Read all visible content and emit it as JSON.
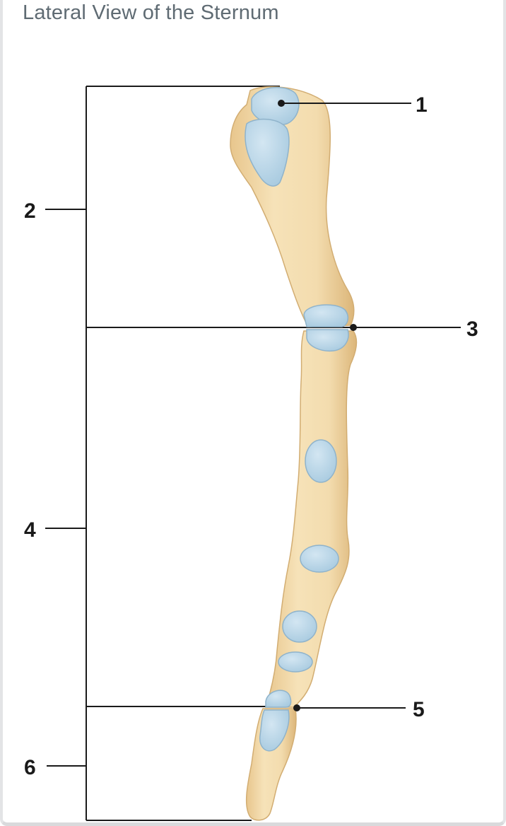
{
  "title": "Lateral View of the Sternum",
  "labels": {
    "l1": "1",
    "l2": "2",
    "l3": "3",
    "l4": "4",
    "l5": "5",
    "l6": "6"
  },
  "colors": {
    "bone": "#f3dcae",
    "bone_shadow": "#dcb67a",
    "cartilage": "#b6d5e8",
    "cartilage_edge": "#8fb3cb",
    "line": "#1a1a1a"
  }
}
